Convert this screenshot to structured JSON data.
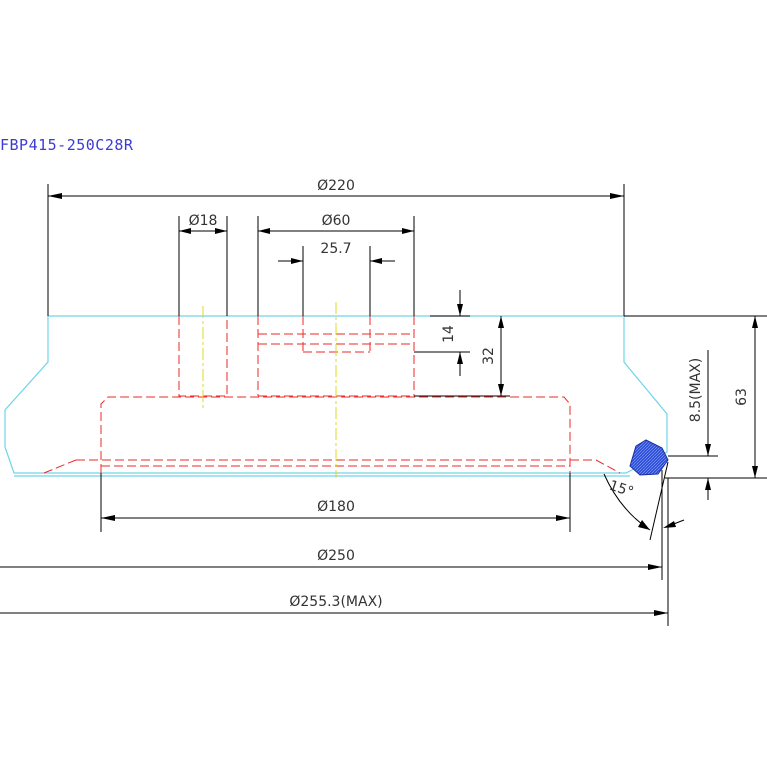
{
  "title": "FBP415-250C28R",
  "dimensions": {
    "d220": "Ø220",
    "d18": "Ø18",
    "d60": "Ø60",
    "d25_7": "25.7",
    "h14": "14",
    "h32": "32",
    "h63": "63",
    "h8_5": "8.5(MAX)",
    "angle15": "15°",
    "d180": "Ø180",
    "d250": "Ø250",
    "d255_3": "Ø255.3(MAX)"
  },
  "colors": {
    "outline": "#6fd4e8",
    "hidden": "#ee2a2a",
    "centerline": "#e0d820",
    "insert": "#2e4fd6",
    "dimension": "#000000",
    "title": "#3b3bd6"
  }
}
